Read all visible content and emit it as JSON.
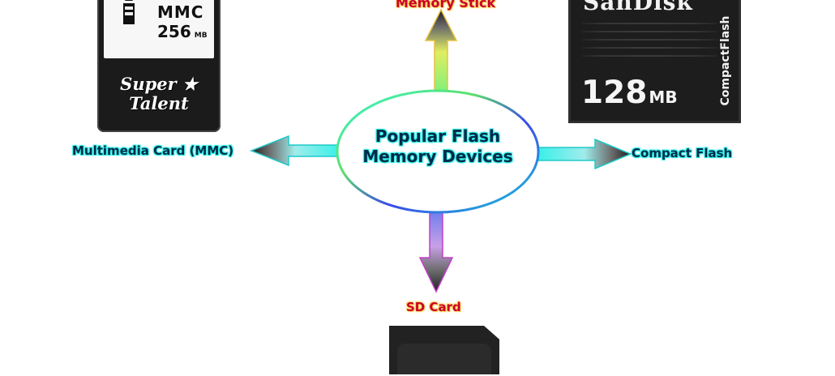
{
  "diagram": {
    "center": {
      "line1": "Popular Flash",
      "line2": "Memory Devices"
    },
    "labels": {
      "top": "Memory Stick",
      "left": "Multimedia Card (MMC)",
      "right": "Compact Flash",
      "bottom": "SD Card"
    }
  },
  "cards": {
    "mmc": {
      "type": "MMC",
      "capacity": "256",
      "unit": "MB",
      "brand_line1": "Super ★",
      "brand_line2": "Talent"
    },
    "cf": {
      "brand": "SanDisk",
      "capacity": "128",
      "unit": "MB",
      "side_label": "CompactFlash"
    }
  },
  "colors": {
    "label_red": "#c8002a",
    "label_glow_cyan": "#39f2e6",
    "label_glow_yellow": "#ffd35a"
  }
}
